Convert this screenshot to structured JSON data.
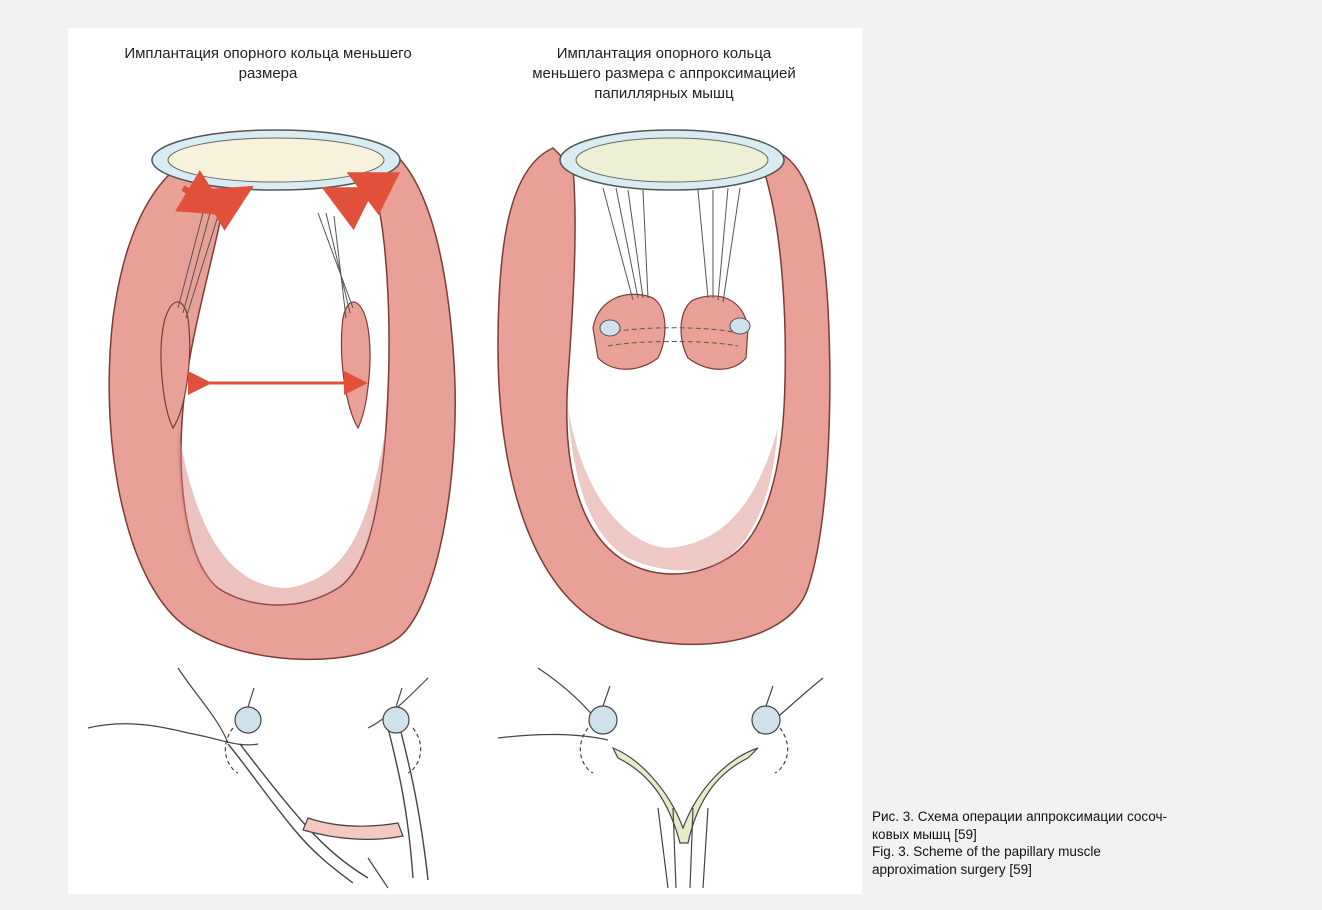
{
  "figure": {
    "title_left": "Имплантация опорного кольца меньшего\nразмера",
    "title_right": "Имплантация опорного кольца\nменьшего размера с аппроксимацией\nпапиллярных мышц"
  },
  "caption": {
    "ru": "Рис. 3. Схема операции аппроксимации сосоч-\nковых мышц [59]",
    "en": "Fig. 3. Scheme of the papillary muscle\napproximation surgery [59]"
  },
  "colors": {
    "background": "#f2f2f3",
    "panel": "#ffffff",
    "muscle": "#e8a097",
    "muscle_dark": "#d8857c",
    "arrow": "#e0503a",
    "ring": "#d9ecf2",
    "leaflet": "#f6f2dc",
    "suture_pad": "#cfe2ec",
    "muscle_pale": "#f5c8c0",
    "approximated": "#e4ecc9"
  }
}
